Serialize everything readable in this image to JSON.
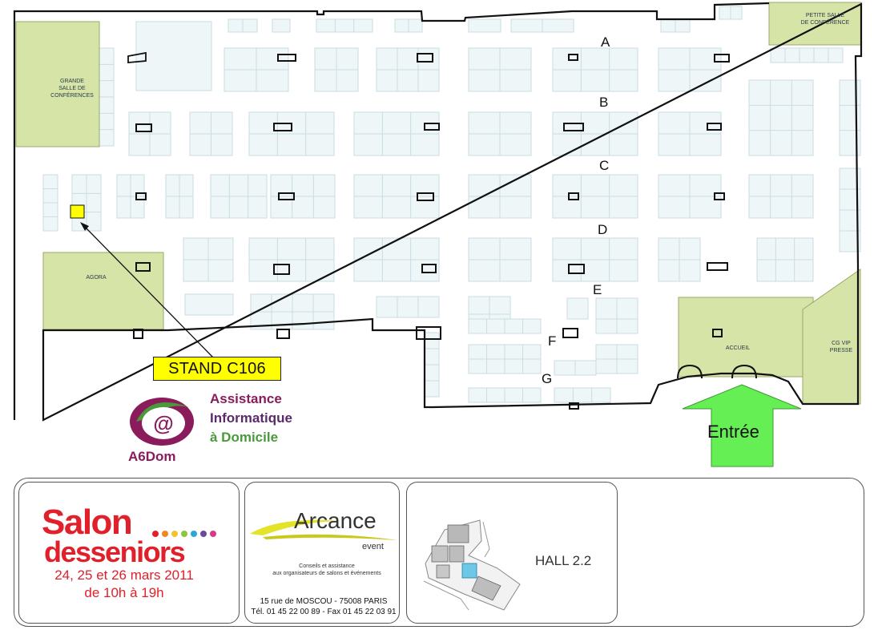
{
  "colors": {
    "booth_fill": "#eef6f8",
    "booth_stroke": "#c9dde4",
    "zone_fill": "#d7e4a8",
    "zone_stroke": "#9aa86a",
    "wall": "#111111",
    "highlight": "#ffff00",
    "entrance_arrow": "#66ee55",
    "salon_red": "#e0202a"
  },
  "map": {
    "aisles": [
      "A",
      "B",
      "C",
      "D",
      "E",
      "F",
      "G"
    ],
    "rooms": {
      "grande_salle": [
        "GRANDE",
        "SALLE DE",
        "CONFÉRENCES"
      ],
      "petite_salle": [
        "PETITE SALLE",
        "DE CONFÉRENCE"
      ],
      "agora": "AGORA",
      "accueil": "ACCUEIL",
      "cg_vip": [
        "CG VIP",
        "PRESSE"
      ]
    },
    "stand_label": "STAND C106",
    "entrance_label": "Entrée"
  },
  "exhibitor": {
    "logo_icon": "a6dom-at-logo",
    "line1": "Assistance",
    "line2": "Informatique",
    "line3": "à Domicile",
    "brand": "A6Dom"
  },
  "footer": {
    "salon": {
      "line1": "Salon",
      "line2": "desseniors",
      "dates": "24, 25 et 26 mars 2011",
      "hours": "de 10h à 19h",
      "dot_colors": [
        "#e0202a",
        "#f08a1e",
        "#f2c230",
        "#8cc63f",
        "#2aa6d8",
        "#6a4aa0",
        "#d83a8a"
      ]
    },
    "organizer": {
      "name": "Arcance",
      "sub": "event",
      "tagline_1": "Conseils et assistance",
      "tagline_2": "aux organisateurs de salons et événements",
      "address": "15 rue de MOSCOU   -   75008 PARIS",
      "phone": "Tél. 01 45 22 00 89   -   Fax 01 45 22 03 91"
    },
    "site_map_icon": "site-plan-map-icon",
    "hall": "HALL 2.2"
  }
}
